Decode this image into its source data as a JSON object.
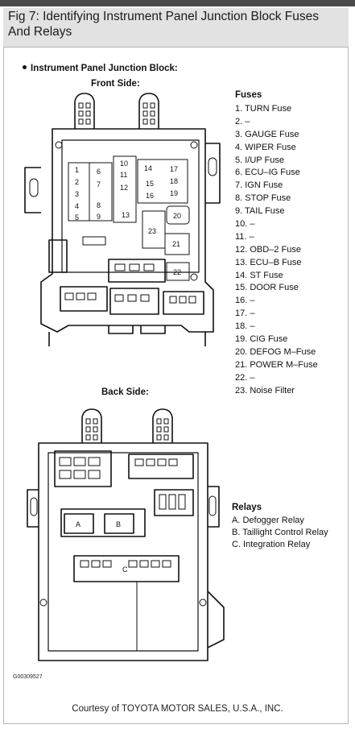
{
  "figure": {
    "title": "Fig 7: Identifying Instrument Panel Junction Block Fuses And Relays",
    "section_title": "Instrument Panel Junction Block:",
    "front_label": "Front Side:",
    "back_label": "Back Side:",
    "code": "G00309527",
    "credit": "Courtesy of TOYOTA MOTOR SALES, U.S.A., INC."
  },
  "fuses": {
    "heading": "Fuses",
    "items": [
      "1. TURN Fuse",
      "2. –",
      "3. GAUGE Fuse",
      "4. WIPER Fuse",
      "5. I/UP Fuse",
      "6. ECU–IG Fuse",
      "7. IGN Fuse",
      "8. STOP Fuse",
      "9. TAIL Fuse",
      "10. –",
      "11. –",
      "12. OBD–2 Fuse",
      "13. ECU–B Fuse",
      "14. ST Fuse",
      "15. DOOR Fuse",
      "16. –",
      "17. –",
      "18. –",
      "19. CIG Fuse",
      "20. DEFOG M–Fuse",
      "21. POWER M–Fuse",
      "22. –",
      "23. Noise Filter"
    ]
  },
  "relays": {
    "heading": "Relays",
    "items": [
      "A. Defogger Relay",
      "B. Taillight Control Relay",
      "C. Integration Relay"
    ]
  },
  "diagram_labels": {
    "front": [
      "1",
      "2",
      "3",
      "4",
      "5",
      "6",
      "7",
      "8",
      "9",
      "10",
      "11",
      "12",
      "13",
      "14",
      "15",
      "16",
      "17",
      "18",
      "19",
      "20",
      "21",
      "22",
      "23"
    ],
    "back": [
      "A",
      "B",
      "C"
    ]
  }
}
